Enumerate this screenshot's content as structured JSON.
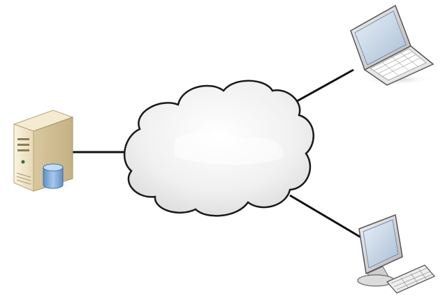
{
  "diagram": {
    "nodes": [
      {
        "id": "server",
        "icon": "database-server-icon"
      },
      {
        "id": "network",
        "icon": "cloud-icon"
      },
      {
        "id": "laptop",
        "icon": "laptop-icon"
      },
      {
        "id": "desktop",
        "icon": "desktop-computer-icon"
      }
    ],
    "links": [
      {
        "from": "server",
        "to": "network"
      },
      {
        "from": "network",
        "to": "laptop"
      },
      {
        "from": "network",
        "to": "desktop"
      }
    ],
    "colors": {
      "line": "#111111",
      "cloud_fill": "#f0f0f0",
      "cloud_outline": "#1a1a1a",
      "server_case": "#ede2c6",
      "database": "#7da7d6",
      "screen": "#c8d6e6",
      "device_body": "#d8d8d8"
    }
  }
}
